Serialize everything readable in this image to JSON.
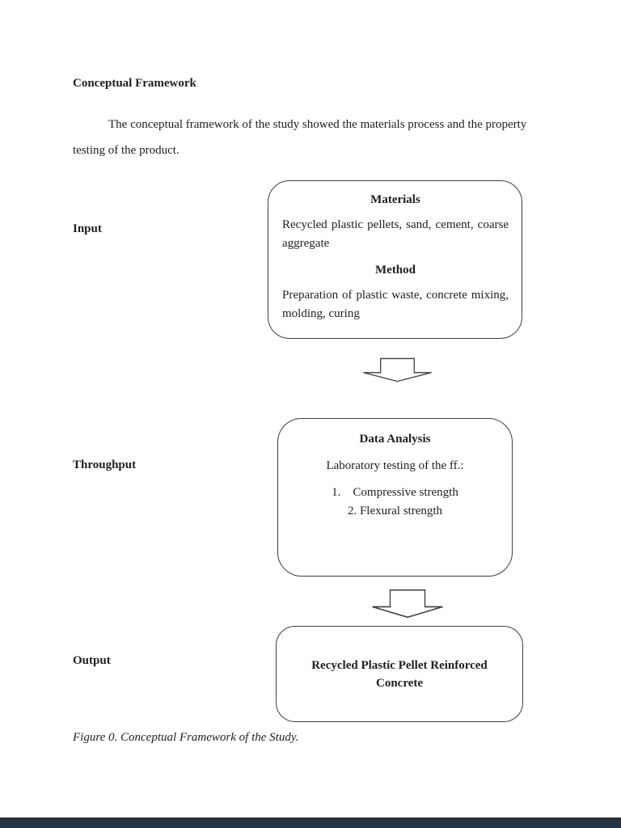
{
  "page": {
    "heading": "Conceptual Framework",
    "intro": "The conceptual framework of the study showed the materials process and the property testing of the product.",
    "caption": "Figure 0. Conceptual Framework of the Study."
  },
  "diagram": {
    "stages": [
      {
        "label": "Input"
      },
      {
        "label": "Throughput"
      },
      {
        "label": "Output"
      }
    ],
    "input_box": {
      "materials_title": "Materials",
      "materials_body": "Recycled plastic pellets, sand, cement, coarse aggregate",
      "method_title": "Method",
      "method_body": "Preparation of plastic waste, concrete mixing, molding, curing"
    },
    "throughput_box": {
      "title": "Data Analysis",
      "subtitle": "Laboratory testing of the ff.:",
      "items": [
        "1.    Compressive strength",
        "2. Flexural strength"
      ]
    },
    "output_box": {
      "line1": "Recycled Plastic Pellet Reinforced",
      "line2": "Concrete"
    },
    "arrows": [
      {
        "icon": "block-down-arrow"
      },
      {
        "icon": "block-down-arrow"
      }
    ]
  },
  "colors": {
    "page_bg": "#ffffff",
    "line": "#3f3f3f",
    "text": "#1f1f1f",
    "viewer_bottom_bar": "#243447"
  }
}
